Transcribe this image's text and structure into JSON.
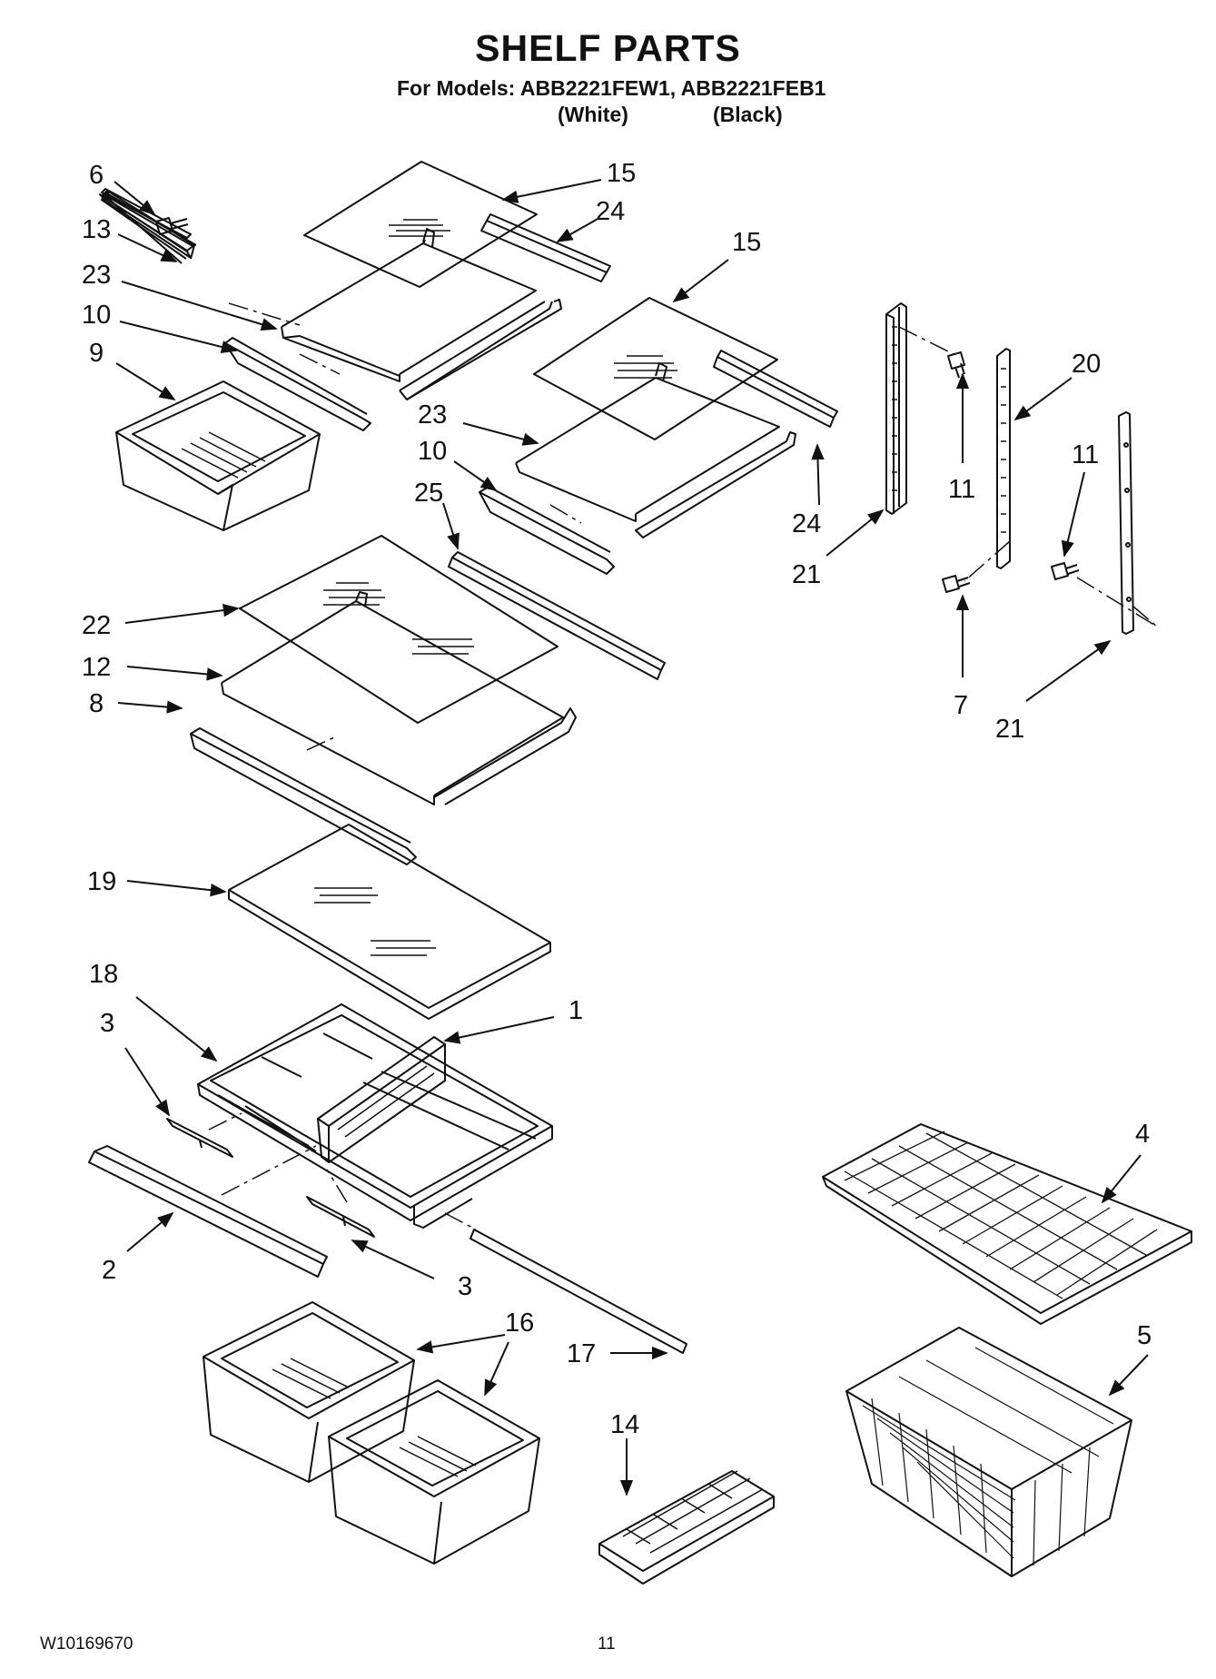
{
  "header": {
    "title": "SHELF PARTS",
    "models_line": "For Models: ABB2221FEW1, ABB2221FEB1",
    "model_colors": [
      "(White)",
      "(Black)"
    ]
  },
  "callouts": [
    "6",
    "13",
    "23",
    "10",
    "9",
    "15",
    "24",
    "15",
    "23",
    "10",
    "25",
    "24",
    "21",
    "11",
    "20",
    "11",
    "22",
    "12",
    "8",
    "7",
    "21",
    "19",
    "18",
    "1",
    "3",
    "2",
    "3",
    "4",
    "16",
    "17",
    "14",
    "5"
  ],
  "footer": {
    "doc_number": "W10169670",
    "page_number": "11"
  }
}
